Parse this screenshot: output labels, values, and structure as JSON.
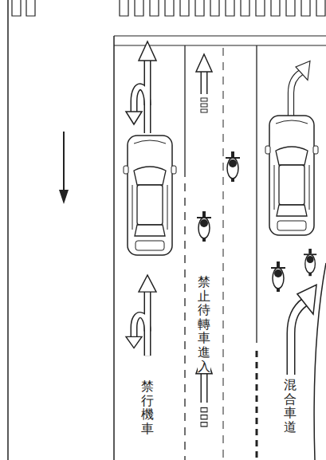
{
  "diagram": {
    "labels": [
      "禁止待轉車進入",
      "禁行機車",
      "混合車道"
    ]
  }
}
